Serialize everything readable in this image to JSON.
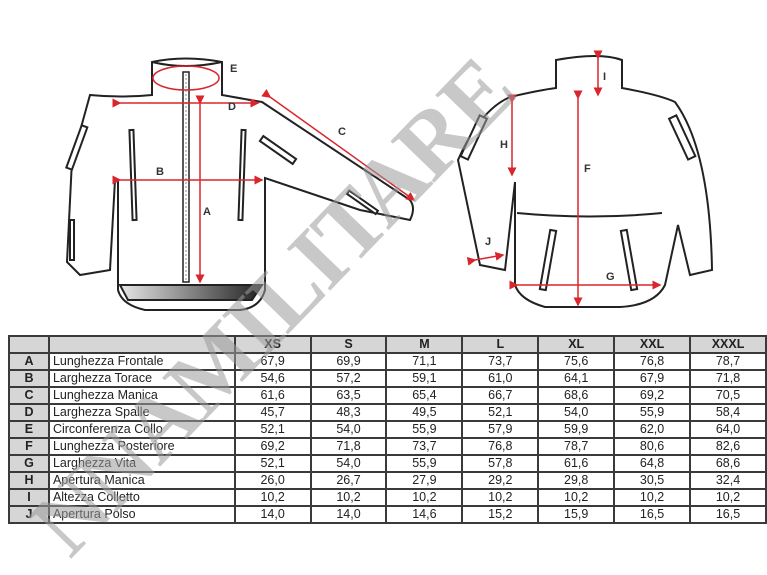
{
  "diagram": {
    "front_labels": [
      "A",
      "B",
      "C",
      "D",
      "E"
    ],
    "back_labels": [
      "F",
      "G",
      "H",
      "I",
      "J"
    ],
    "measure_color": "#d9262c",
    "outline_color": "#222222"
  },
  "watermark": {
    "text": "NNAMILITARE",
    "color": "#9a9a9a"
  },
  "table": {
    "header": [
      "",
      "",
      "XS",
      "S",
      "M",
      "L",
      "XL",
      "XXL",
      "XXXL"
    ],
    "rows": [
      {
        "code": "A",
        "name": "Lunghezza Frontale",
        "values": [
          "67,9",
          "69,9",
          "71,1",
          "73,7",
          "75,6",
          "76,8",
          "78,7"
        ]
      },
      {
        "code": "B",
        "name": "Larghezza Torace",
        "values": [
          "54,6",
          "57,2",
          "59,1",
          "61,0",
          "64,1",
          "67,9",
          "71,8"
        ]
      },
      {
        "code": "C",
        "name": "Lunghezza Manica",
        "values": [
          "61,6",
          "63,5",
          "65,4",
          "66,7",
          "68,6",
          "69,2",
          "70,5"
        ]
      },
      {
        "code": "D",
        "name": "Larghezza Spalle",
        "values": [
          "45,7",
          "48,3",
          "49,5",
          "52,1",
          "54,0",
          "55,9",
          "58,4"
        ]
      },
      {
        "code": "E",
        "name": "Circonferenza Collo",
        "values": [
          "52,1",
          "54,0",
          "55,9",
          "57,9",
          "59,9",
          "62,0",
          "64,0"
        ]
      },
      {
        "code": "F",
        "name": "Lunghezza Posteriore",
        "values": [
          "69,2",
          "71,8",
          "73,7",
          "76,8",
          "78,7",
          "80,6",
          "82,6"
        ]
      },
      {
        "code": "G",
        "name": "Larghezza Vita",
        "values": [
          "52,1",
          "54,0",
          "55,9",
          "57,8",
          "61,6",
          "64,8",
          "68,6"
        ]
      },
      {
        "code": "H",
        "name": "Apertura Manica",
        "values": [
          "26,0",
          "26,7",
          "27,9",
          "29,2",
          "29,8",
          "30,5",
          "32,4"
        ]
      },
      {
        "code": "I",
        "name": "Altezza Colletto",
        "values": [
          "10,2",
          "10,2",
          "10,2",
          "10,2",
          "10,2",
          "10,2",
          "10,2"
        ]
      },
      {
        "code": "J",
        "name": "Apertura Polso",
        "values": [
          "14,0",
          "14,0",
          "14,6",
          "15,2",
          "15,9",
          "16,5",
          "16,5"
        ]
      }
    ]
  }
}
